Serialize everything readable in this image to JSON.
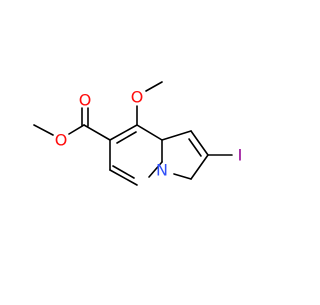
{
  "molecule": {
    "atom_labels": {
      "carbonyl_oxygen": "O",
      "ester_oxygen": "O",
      "methoxy_oxygen": "O",
      "ring_nitrogen": "N",
      "iodine": "I"
    },
    "colors": {
      "oxygen": "#ff0d0d",
      "nitrogen": "#3050f8",
      "iodine": "#940094",
      "bond": "#000000",
      "background": "#ffffff"
    }
  }
}
